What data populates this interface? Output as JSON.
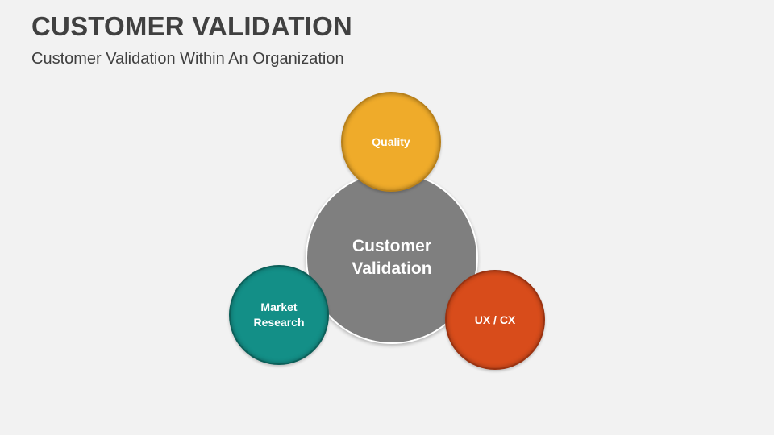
{
  "slide": {
    "title": "CUSTOMER VALIDATION",
    "subtitle": "Customer Validation Within An Organization"
  },
  "diagram": {
    "center": {
      "label": "Customer\nValidation",
      "color": "#7f7f7f"
    },
    "nodes": [
      {
        "label": "Quality",
        "color": "#efab2a"
      },
      {
        "label": "Market\nResearch",
        "color": "#138f87"
      },
      {
        "label": "UX / CX",
        "color": "#d84c1b"
      }
    ]
  }
}
